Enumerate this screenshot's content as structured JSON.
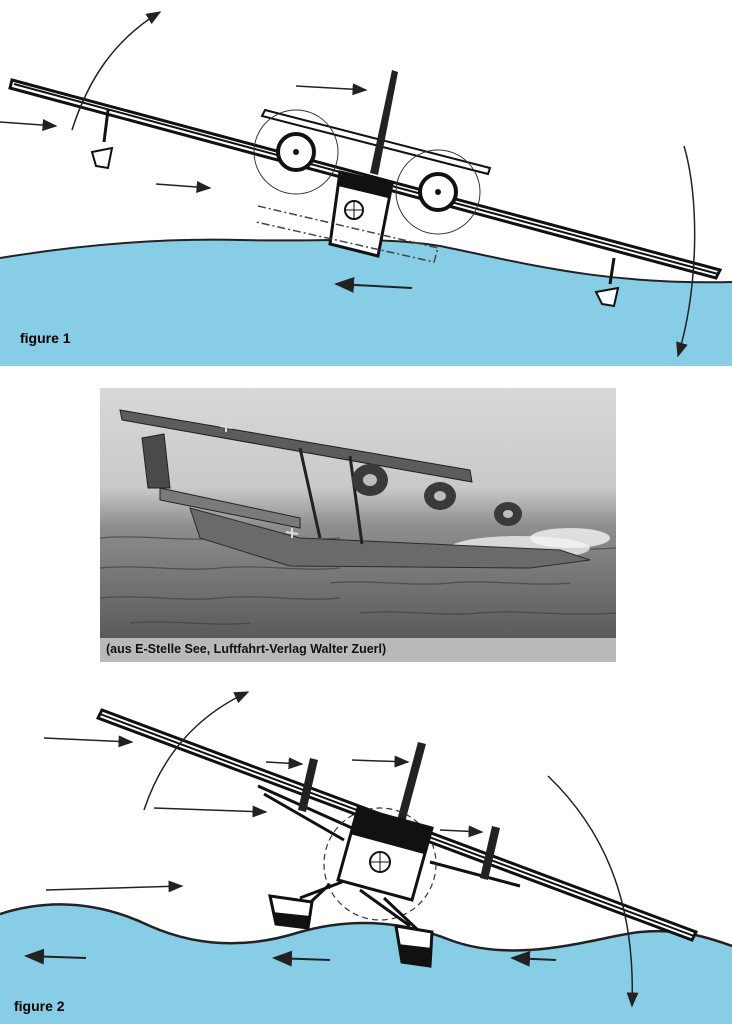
{
  "figure1": {
    "label": "figure 1",
    "water_color": "#87cde6"
  },
  "photo": {
    "caption": "(aus E-Stelle See,  Luftfahrt-Verlag Walter Zuerl)"
  },
  "figure2": {
    "label": "figure 2",
    "water_color": "#87cde6"
  }
}
